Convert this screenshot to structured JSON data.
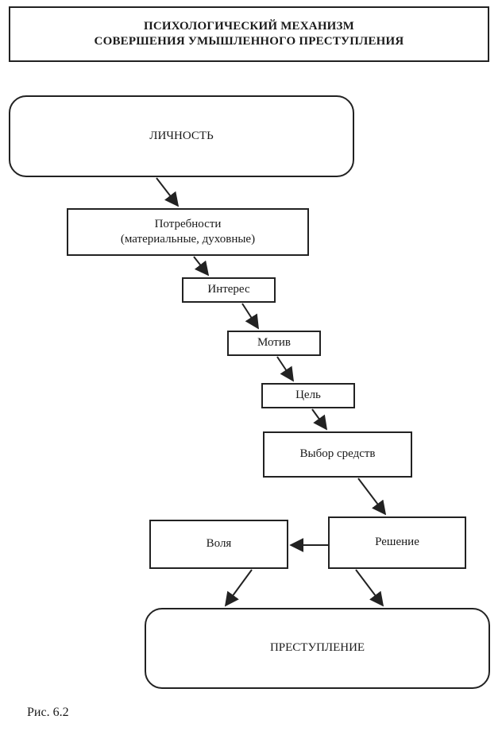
{
  "title": {
    "line1": "ПСИХОЛОГИЧЕСКИЙ МЕХАНИЗМ",
    "line2": "СОВЕРШЕНИЯ УМЫШЛЕННОГО ПРЕСТУПЛЕНИЯ"
  },
  "nodes": {
    "personality": "ЛИЧНОСТЬ",
    "needs_line1": "Потребности",
    "needs_line2": "(материальные, духовные)",
    "interest": "Интерес",
    "motive": "Мотив",
    "goal": "Цель",
    "means": "Выбор средств",
    "will": "Воля",
    "decision": "Решение",
    "crime": "ПРЕСТУПЛЕНИЕ"
  },
  "caption": "Рис. 6.2"
}
